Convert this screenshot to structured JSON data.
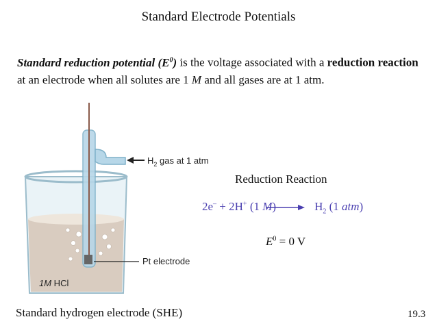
{
  "slide": {
    "title": "Standard Electrode Potentials",
    "number": "19.3"
  },
  "definition": {
    "term": "Standard reduction potential (E",
    "term_superscript": "0",
    "term_close": ")",
    "text_1": " is the voltage associated with a ",
    "emphasis": "reduction reaction",
    "text_2": " at an electrode when all solutes are 1 ",
    "unit_italic": "M",
    "text_3": " and all gases are at 1 atm."
  },
  "diagram": {
    "h2_label": "H",
    "h2_subscript": "2",
    "h2_rest": " gas at 1 atm",
    "pt_label": "Pt electrode",
    "solution_italic": "1M",
    "solution_rest": " HCl"
  },
  "reaction": {
    "heading": "Reduction Reaction",
    "left_coeff": "2e",
    "electron_charge": "–",
    "plus": " + 2H",
    "proton_charge": "+",
    "conc_open": " (1 ",
    "conc_unit": "M",
    "conc_close": ")",
    "product": "H",
    "product_subscript": "2",
    "product_state_open": " (1 ",
    "product_state_unit": "atm",
    "product_state_close": ")"
  },
  "potential": {
    "symbol": "E",
    "superscript": "0",
    "value": " = 0 V"
  },
  "she_label": "Standard hydrogen electrode (SHE)",
  "colors": {
    "equation": "#4a3fb0",
    "beaker": "#c9dde6",
    "solution": "#d8cbbf",
    "tube": "#a9cde0"
  }
}
